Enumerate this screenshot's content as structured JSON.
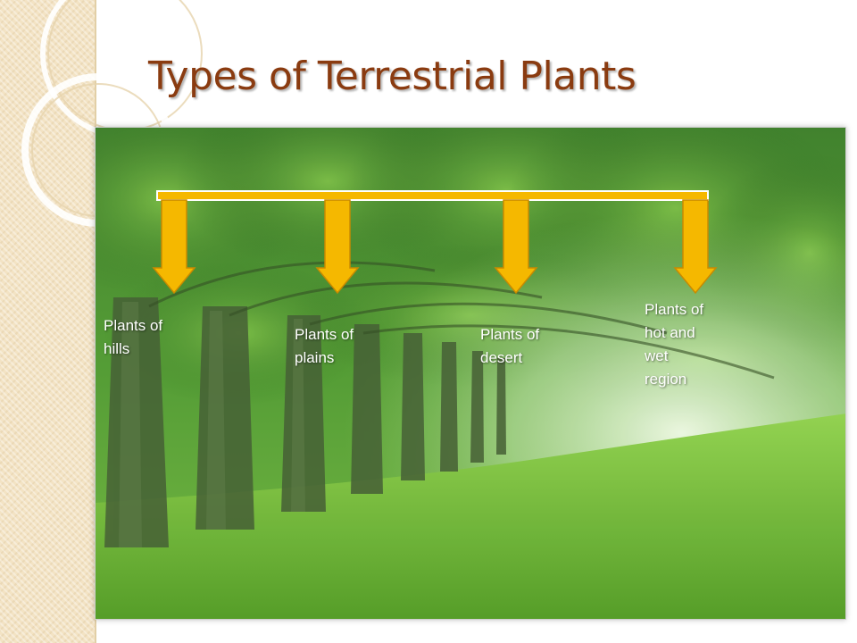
{
  "slide": {
    "title": "Types of Terrestrial Plants"
  },
  "categories": [
    {
      "lines": [
        "Plants of",
        "hills"
      ]
    },
    {
      "lines": [
        "Plants of",
        "plains"
      ]
    },
    {
      "lines": [
        "Plants of",
        "desert"
      ]
    },
    {
      "lines": [
        "Plants of",
        "hot and",
        "wet",
        "region"
      ]
    }
  ],
  "colors": {
    "title": "#8a3b10",
    "arrow_fill": "#f5b800",
    "arrow_stroke": "#c98a00",
    "connector": "#f5b800",
    "label_text": "#ffffff",
    "background_strip": "#f3e3c4"
  },
  "background_image": "forest-tree-avenue-photo"
}
